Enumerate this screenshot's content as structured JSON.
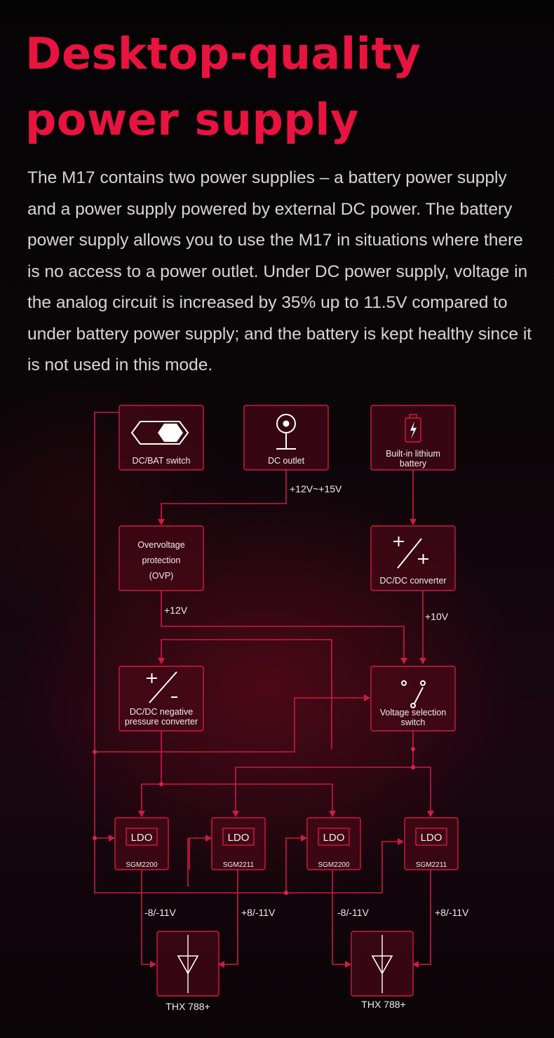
{
  "heading": {
    "line1": "Desktop-quality",
    "line2": "power supply"
  },
  "description": "The M17 contains two power supplies – a battery power supply and a power supply powered by external DC power. The battery power supply allows you to use the M17 in situations where there is no access to a power outlet. Under DC power supply, voltage in the analog circuit is increased by 35% up to 11.5V compared to under battery power supply; and the battery is kept healthy since it is not used in this mode.",
  "diagram": {
    "dcbat_switch": "DC/BAT switch",
    "dc_outlet": "DC outlet",
    "battery": {
      "line1": "Built-in lithium",
      "line2": "battery"
    },
    "ovp": {
      "line1": "Overvoltage",
      "line2": "protection",
      "line3": "(OVP)"
    },
    "dcdc_converter": "DC/DC converter",
    "negative_converter": {
      "line1": "DC/DC negative",
      "line2": "pressure converter"
    },
    "voltage_switch": {
      "line1": "Voltage selection",
      "line2": "switch"
    },
    "ldo": [
      {
        "label": "LDO",
        "chip": "SGM2200"
      },
      {
        "label": "LDO",
        "chip": "SGM2211"
      },
      {
        "label": "LDO",
        "chip": "SGM2200"
      },
      {
        "label": "LDO",
        "chip": "SGM2211"
      }
    ],
    "voltages": {
      "dc_in": "+12V~+15V",
      "ovp_out": "+12V",
      "converter_out": "+10V",
      "out1": "-8/-11V",
      "out2": "+8/-11V",
      "out3": "-8/-11V",
      "out4": "+8/-11V"
    },
    "amp_symbol_plus": "+",
    "amp_symbol_minus": "-",
    "amps": [
      "THX 788+",
      "THX 788+"
    ]
  },
  "colors": {
    "accent": "#e8133f",
    "wire": "#cc1a42",
    "box_fill": "#46081a"
  }
}
